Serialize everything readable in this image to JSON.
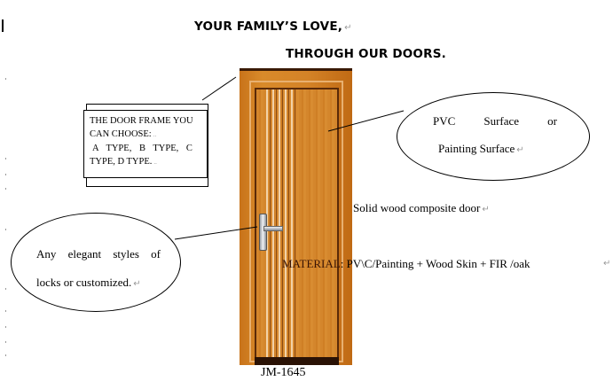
{
  "heading": {
    "line1": "YOUR FAMILY’S LOVE,",
    "line2": "THROUGH OUR DOORS.",
    "para_mark": "↵"
  },
  "frame_callout": {
    "line1": "THE DOOR FRAME YOU",
    "line2": "CAN CHOOSE:",
    "line3": "A TYPE, B TYPE, C",
    "line4": "TYPE, D TYPE.",
    "end_mark": ".."
  },
  "surface_callout": {
    "line1": "PVC Surface or",
    "line2": "Painting Surface",
    "para_mark": "↵"
  },
  "locks_callout": {
    "line1": "Any elegant styles of",
    "line2": "locks or customized.",
    "para_mark": "↵"
  },
  "description": {
    "text": "Solid wood composite door",
    "para_mark": "↵"
  },
  "material": {
    "label": "MATERIAL",
    "value": ": PV\\C/Painting + Wood Skin + FIR /oak",
    "para_mark": "↵"
  },
  "model": {
    "code": "JM-1645"
  },
  "colors": {
    "wood": "#d4862c",
    "text": "#000000"
  }
}
